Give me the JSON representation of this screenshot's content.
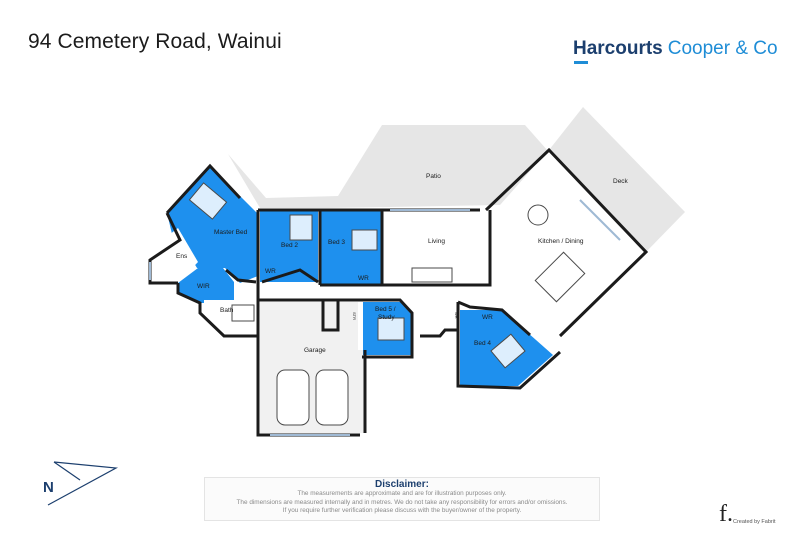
{
  "header": {
    "address": "94 Cemetery Road, Wainui",
    "brand_main": "Harcourts",
    "brand_sub": "Cooper & Co"
  },
  "colors": {
    "bedroom_fill": "#1e90ee",
    "wall": "#1b1b1b",
    "outdoor_fill": "#e6e6e6",
    "brand_navy": "#1c3f6e",
    "brand_blue": "#1f8dd6"
  },
  "rooms": {
    "master_bed": "Master Bed",
    "ens": "Ens",
    "wir_master": "WIR",
    "bath": "Bath",
    "bed2": "Bed 2",
    "wr_bed2": "WR",
    "bed3": "Bed 3",
    "wr_bed3": "WR",
    "living": "Living",
    "kitchen_dining": "Kitchen / Dining",
    "patio": "Patio",
    "deck": "Deck",
    "garage": "Garage",
    "stair": "STR",
    "bed5_line1": "Bed 5 /",
    "bed5_line2": "Study",
    "bed4": "Bed 4",
    "wr_bed4": "WR",
    "wr_bed4b": "WR"
  },
  "compass": {
    "label": "N"
  },
  "disclaimer": {
    "title": "Disclaimer:",
    "line1": "The measurements are approximate and are for illustration purposes only.",
    "line2": "The dimensions are measured internally and in metres. We do not take any responsibility for errors and/or omissions.",
    "line3": "If you require further verification please discuss with the buyer/owner of the property."
  },
  "credit": {
    "logo_letter": "f.",
    "text": "Created by Fabrit"
  }
}
